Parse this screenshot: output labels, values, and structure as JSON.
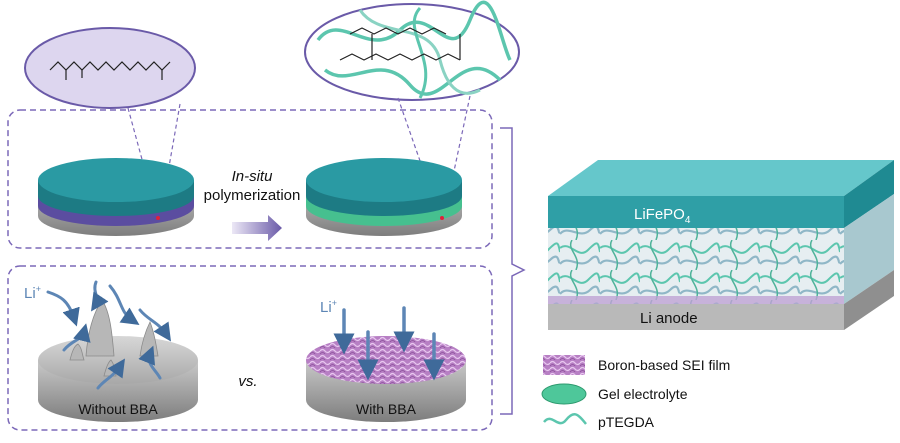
{
  "top_panel": {
    "caption_italic": "In-situ",
    "caption_rest": "polymerization"
  },
  "bottom_panel": {
    "li_ion_left": "Li",
    "li_ion_right": "Li",
    "superscript_plus": "+",
    "without_label": "Without BBA",
    "with_label": "With BBA",
    "vs_label": "vs."
  },
  "cell_stack": {
    "cathode_label_main": "LiFePO",
    "cathode_label_sub": "4",
    "anode_label": "Li anode"
  },
  "legend": {
    "items": [
      {
        "label": "Boron-based SEI film",
        "icon": "sei-film-swatch"
      },
      {
        "label": "Gel electrolyte",
        "icon": "gel-electrolyte-swatch"
      },
      {
        "label": "pTEGDA",
        "icon": "polymer-chain-swatch"
      }
    ]
  },
  "colors": {
    "teal_top": "#2a9aa3",
    "teal_side": "#1d7b84",
    "purple_layer": "#6a5aa8",
    "gel_green": "#4ec79a",
    "polymer_teal": "#5cc6ae",
    "sei_pink": "#c38ccc",
    "metal_gray": "#9a9a9a",
    "dashed_purple": "#7b68b8",
    "bubble_fill": "#d9d3ee",
    "arrow_blue": "#5d86b5"
  }
}
